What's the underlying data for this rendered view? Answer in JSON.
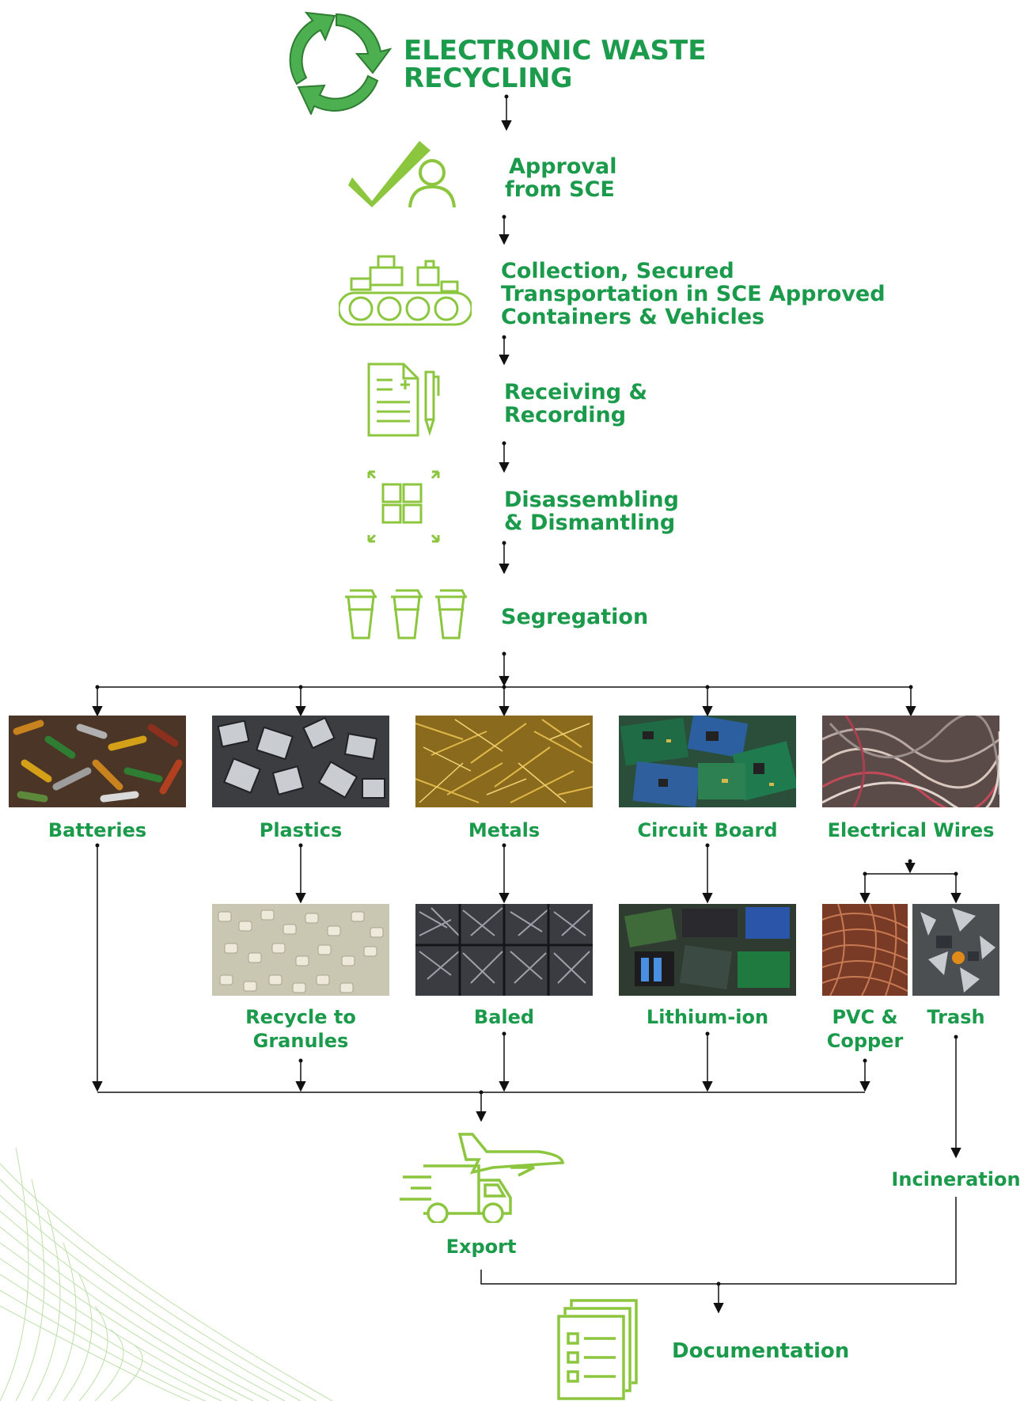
{
  "title": {
    "line1": "ELECTRONIC WASTE",
    "line2": "RECYCLING"
  },
  "colors": {
    "primary_green": "#1a9a4a",
    "icon_green": "#8cc63f",
    "connector": "#111111"
  },
  "steps": {
    "approval": {
      "line1": "Approval",
      "line2": "from SCE",
      "icon": "approval-check-person-icon"
    },
    "collection": {
      "line1": "Collection, Secured",
      "line2": "Transportation in SCE Approved",
      "line3": "Containers & Vehicles",
      "icon": "conveyor-icon"
    },
    "receiving": {
      "line1": "Receiving &",
      "line2": "Recording",
      "icon": "document-pen-icon"
    },
    "disassembling": {
      "line1": "Disassembling",
      "line2": "& Dismantling",
      "icon": "expand-grid-icon"
    },
    "segregation": {
      "label": "Segregation",
      "icon": "bins-icon"
    }
  },
  "categories": [
    {
      "id": "batteries",
      "label": "Batteries"
    },
    {
      "id": "plastics",
      "label": "Plastics"
    },
    {
      "id": "metals",
      "label": "Metals"
    },
    {
      "id": "circuit_board",
      "label": "Circuit Board"
    },
    {
      "id": "electrical_wires",
      "label": "Electrical Wires"
    }
  ],
  "products": {
    "recycle_granules": {
      "line1": "Recycle to",
      "line2": "Granules"
    },
    "baled": {
      "label": "Baled"
    },
    "lithium_ion": {
      "label": "Lithium-ion"
    },
    "pvc_copper": {
      "line1": "PVC &",
      "line2": "Copper"
    },
    "trash": {
      "label": "Trash"
    }
  },
  "outcomes": {
    "export": {
      "label": "Export",
      "icon": "truck-plane-icon"
    },
    "incineration": {
      "label": "Incineration"
    },
    "documentation": {
      "label": "Documentation",
      "icon": "documents-icon"
    }
  }
}
